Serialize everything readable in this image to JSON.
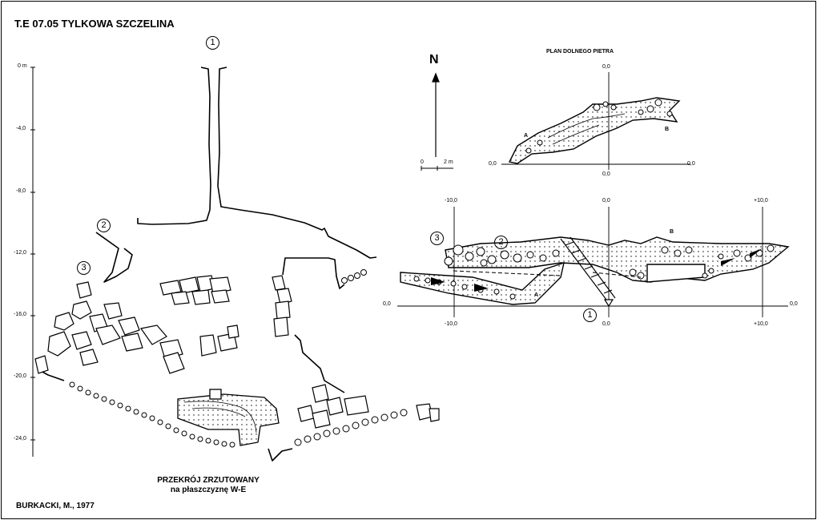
{
  "title": "T.E 07.05  TYLKOWA SZCZELINA",
  "author": "BURKACKI, M., 1977",
  "section": {
    "caption_line1": "PRZEKRÓJ ZRZUTOWANY",
    "caption_line2": "na płaszczyznę W-E",
    "depth_labels": [
      "0 m",
      "-4,0",
      "-8,0",
      "-12,0",
      "-16,0",
      "-20,0",
      "-24,0"
    ],
    "markers": [
      "1",
      "2",
      "3"
    ]
  },
  "plan_lower": {
    "title": "PLAN DOLNEGO PIETRA",
    "north": "N",
    "scale_left": "0",
    "scale_right": "2 m",
    "labels": [
      "0,0",
      "0,0",
      "0,0",
      "0,0"
    ],
    "letters": [
      "A",
      "B"
    ]
  },
  "plan_main": {
    "top_labels": [
      "-10,0",
      "0,0",
      "+10,0"
    ],
    "bottom_labels": [
      "-10,0",
      "0,0",
      "+10,0"
    ],
    "left_label": "0,0",
    "right_label": "0,0",
    "letters": [
      "A",
      "B"
    ],
    "markers": [
      "1",
      "2",
      "3"
    ]
  }
}
